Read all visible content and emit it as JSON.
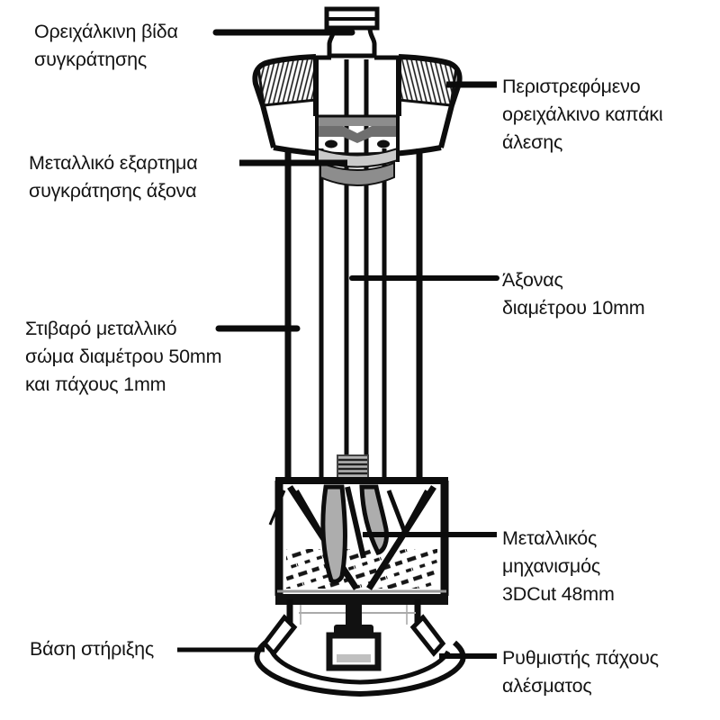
{
  "diagram": {
    "subject": "pepper-mill-cross-section",
    "labels": {
      "brass_screw": {
        "lines": [
          "Ορειχάλκινη βίδα",
          "συγκράτησης"
        ]
      },
      "rotating_cap": {
        "lines": [
          "Περιστρεφόμενο",
          "ορειχάλκινο καπάκι",
          "άλεσης"
        ]
      },
      "shaft_retainer": {
        "lines": [
          "Μεταλλικό εξαρτημα",
          "συγκράτησης άξονα"
        ]
      },
      "shaft": {
        "lines": [
          "Άξονας",
          "διαμέτρου 10mm"
        ]
      },
      "body": {
        "lines": [
          "Στιβαρό μεταλλικό",
          "σώμα διαμέτρου 50mm",
          "και πάχους 1mm"
        ]
      },
      "mechanism": {
        "lines": [
          "Μεταλλικός",
          "μηχανισμός",
          "3DCut 48mm"
        ]
      },
      "base": {
        "lines": [
          "Βάση στήριξης"
        ]
      },
      "adjuster": {
        "lines": [
          "Ρυθμιστής πάχους",
          "αλέσματος"
        ]
      }
    },
    "colors": {
      "ink": "#141414",
      "line": "#0d0d0d",
      "metal_dark": "#6f6f6f",
      "metal_mid": "#8d8d8d",
      "metal_light": "#c9c9c9",
      "background": "#ffffff"
    }
  }
}
